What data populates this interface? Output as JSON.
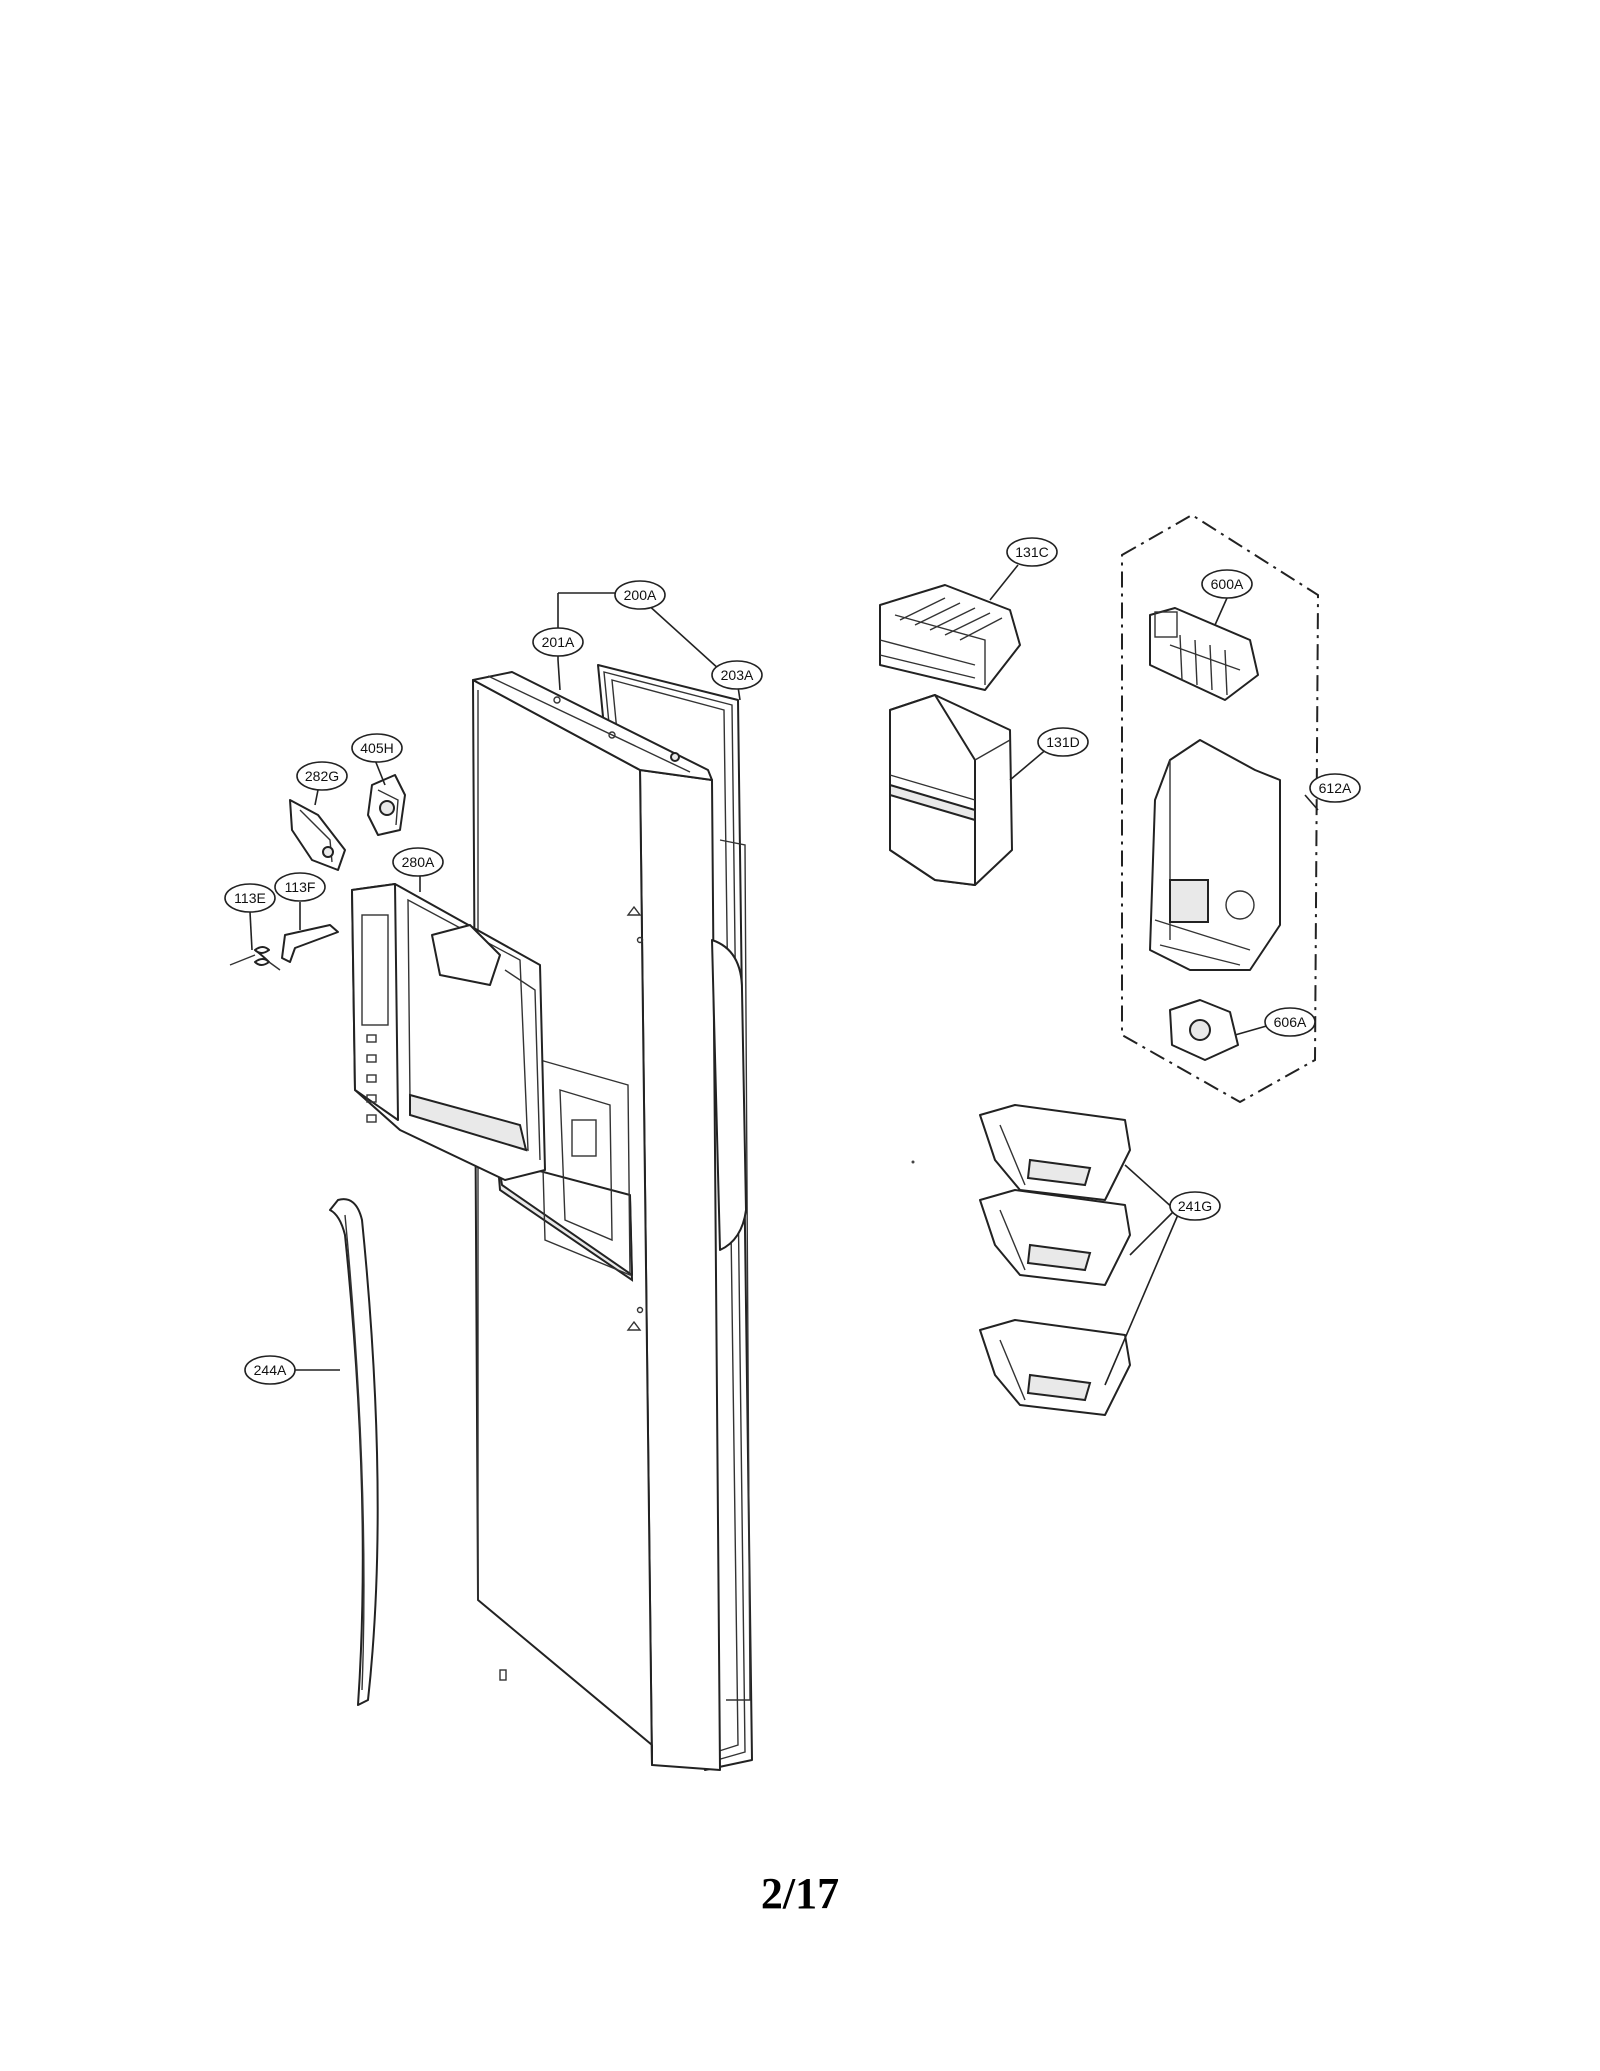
{
  "callouts": {
    "p200A": "200A",
    "p201A": "201A",
    "p203A": "203A",
    "p131C": "131C",
    "p131D": "131D",
    "p600A": "600A",
    "p612A": "612A",
    "p606A": "606A",
    "p405H": "405H",
    "p282G": "282G",
    "p280A": "280A",
    "p113E": "113E",
    "p113F": "113F",
    "p241G": "241G",
    "p244A": "244A"
  },
  "page_number": "2/17"
}
